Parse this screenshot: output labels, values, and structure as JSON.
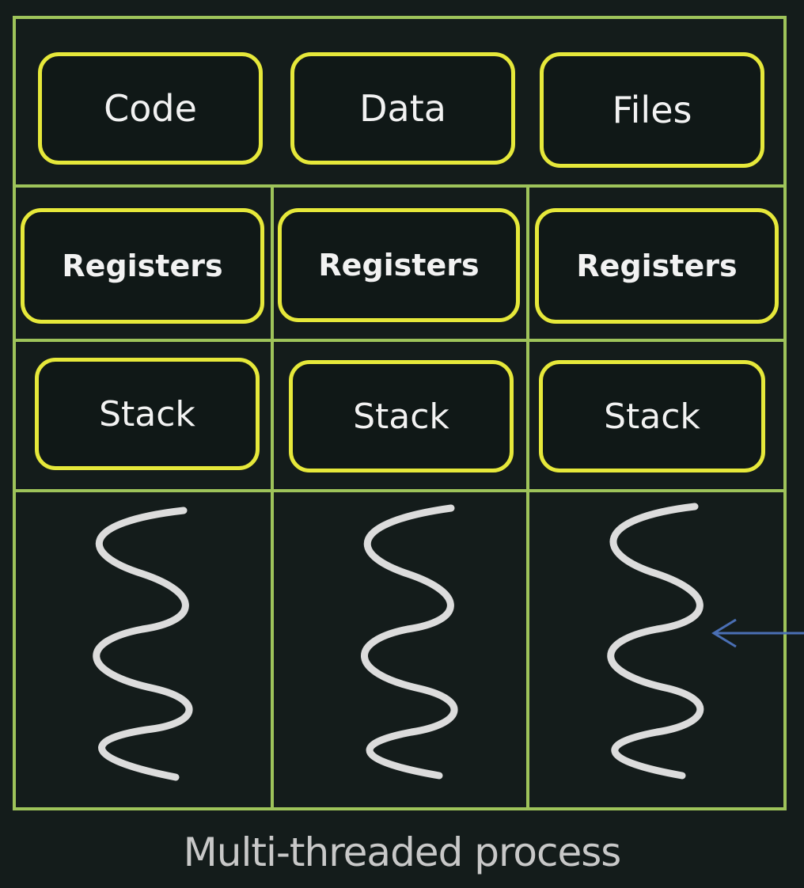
{
  "shared": {
    "code": "Code",
    "data": "Data",
    "files": "Files"
  },
  "threads": [
    {
      "registers": "Registers",
      "stack": "Stack"
    },
    {
      "registers": "Registers",
      "stack": "Stack"
    },
    {
      "registers": "Registers",
      "stack": "Stack"
    }
  ],
  "caption": "Multi-threaded process",
  "colors": {
    "background": "#141c1b",
    "grid": "#9ec35a",
    "box_border": "#e6e83a",
    "thread_line": "#dcdcdc",
    "arrow": "#4a6fb5"
  },
  "icons": {
    "thread": "wavy-thread-icon",
    "pointer": "arrow-left-icon"
  }
}
